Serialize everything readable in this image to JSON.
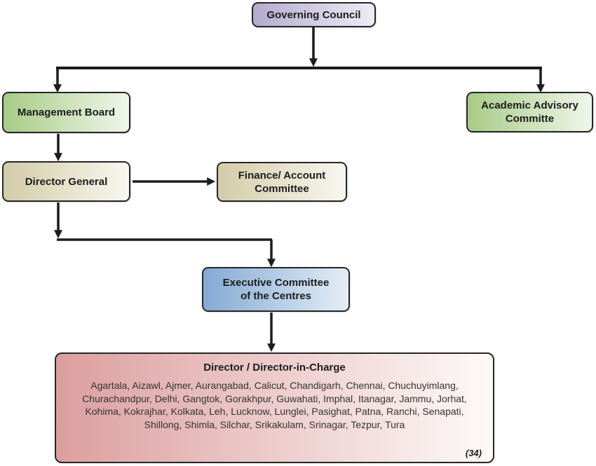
{
  "diagram": {
    "type": "org-chart",
    "nodes": {
      "governing_council": {
        "lines": [
          "Governing Council"
        ]
      },
      "management_board": {
        "lines": [
          "Management Board"
        ]
      },
      "academic_advisory_committe": {
        "lines": [
          "Academic Advisory",
          "Committe"
        ]
      },
      "director_general": {
        "lines": [
          "Director General"
        ]
      },
      "finance_account_committee": {
        "lines": [
          "Finance/ Account",
          "Committee"
        ]
      },
      "executive_committee_of_the_centres": {
        "lines": [
          "Executive Committee",
          "of the Centres"
        ]
      },
      "director_in_charge": {
        "title": "Director / Director-in-Charge",
        "centres": "Agartala, Aizawl, Ajmer, Aurangabad, Calicut, Chandigarh, Chennai, Chuchuyimlang, Churachandpur, Delhi, Gangtok, Gorakhpur, Guwahati, Imphal, Itanagar, Jammu, Jorhat, Kohima, Kokrajhar, Kolkata, Leh, Lucknow, Lunglei, Pasighat, Patna, Ranchi, Senapati, Shillong, Shimla, Silchar, Srikakulam, Srinagar, Tezpur, Tura",
        "count_note": "(34)"
      }
    },
    "edges": [
      "governing_council -> management_board",
      "governing_council -> academic_advisory_committe",
      "management_board -> director_general",
      "director_general -> finance_account_committee",
      "director_general -> executive_committee_of_the_centres",
      "executive_committee_of_the_centres -> director_in_charge"
    ],
    "colors": {
      "connector": "#1c1c1c",
      "node_border": "#262626",
      "governing_fill_start": "#b3abce",
      "green_fill_start": "#a7cb86",
      "tan_fill_start": "#d3cca8",
      "blue_fill_start": "#84aad3",
      "pink_fill_start": "#dc9e9e",
      "fill_end": "#fdfaf9",
      "text": "#1c1c1c"
    }
  }
}
